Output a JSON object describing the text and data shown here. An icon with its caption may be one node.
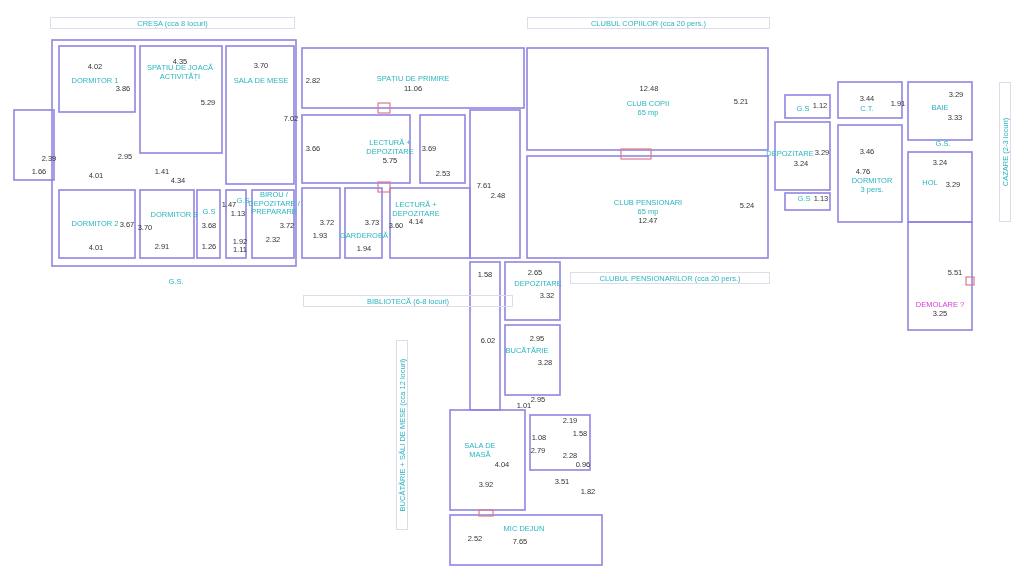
{
  "diagram": {
    "nodes": [
      {
        "text": [
          "CREȘA (cca 8 locuri)"
        ]
      },
      {
        "text": [
          "CLUBUL COPIILOR (cca 20 pers.)"
        ]
      },
      {
        "text": [
          "CLUBUL PENSIONARILOR (cca 20 pers.)"
        ]
      },
      {
        "text": [
          "BIBLIOTECĂ (6-8 locuri)"
        ]
      },
      {
        "text": [
          "BUCĂTĂRIE + SĂLI DE MESE (cca 12 locuri)"
        ]
      },
      {
        "text": [
          "CAZARE (2-3 locuri)"
        ]
      }
    ],
    "edges": [],
    "labels": [
      "4.02",
      "4.35",
      "3.70",
      "DORMITOR 1",
      "SPAȚIU DE JOACĂ ACTIVITĂȚI",
      "SALA DE MESE",
      "2.82",
      "SPAȚIU DE PRIMIRE",
      "3.86",
      "11.06",
      "12.48",
      "3.44",
      "3.29",
      "5.29",
      "CLUB COPII 65 mp",
      "5.21",
      "G.S",
      "1.12",
      "C.T.",
      "1.91",
      "BAIE",
      "7.02",
      "3.33",
      "G.S.",
      "3.66",
      "LECTURĂ + DEPOZITARE",
      "3.69",
      "DEPOZITARE",
      "3.29",
      "3.46",
      "2.39",
      "2.95",
      "5.75",
      "3.24",
      "3.24",
      "1.66",
      "4.01",
      "1.41",
      "2.53",
      "4.76",
      "4.34",
      "7.61",
      "DORMITOR 3 pers.",
      "HOL",
      "3.29",
      "2.48",
      "G.S",
      "1.13",
      "1.47",
      "G.S",
      "BIROU / DEPOZITARE / PREPARARE",
      "CLUB PENSIONARI 65 mp",
      "5.24",
      "DORMITOR 3",
      "G.S",
      "1.13",
      "LECTURĂ + DEPOZITARE",
      "DORMITOR 2",
      "3.67",
      "3.70",
      "3.68",
      "3.72",
      "3.72",
      "3.73",
      "3.60",
      "4.14",
      "12.47",
      "1.92",
      "2.32",
      "1.93",
      "GARDEROBĂ",
      "4.01",
      "2.91",
      "1.26",
      "1.11",
      "1.94",
      "1.58",
      "2.65",
      "5.51",
      "G.S.",
      "DEPOZITARE",
      "3.32",
      "DEMOLARE ?",
      "3.25",
      "6.02",
      "2.95",
      "BUCĂTĂRIE",
      "3.28",
      "1.01",
      "2.95",
      "2.19",
      "1.08",
      "1.58",
      "SALA DE MASĂ",
      "2.79",
      "2.28",
      "4.04",
      "0.96",
      "3.92",
      "3.51",
      "1.82",
      "MIC DEJUN",
      "2.52",
      "7.65"
    ]
  }
}
